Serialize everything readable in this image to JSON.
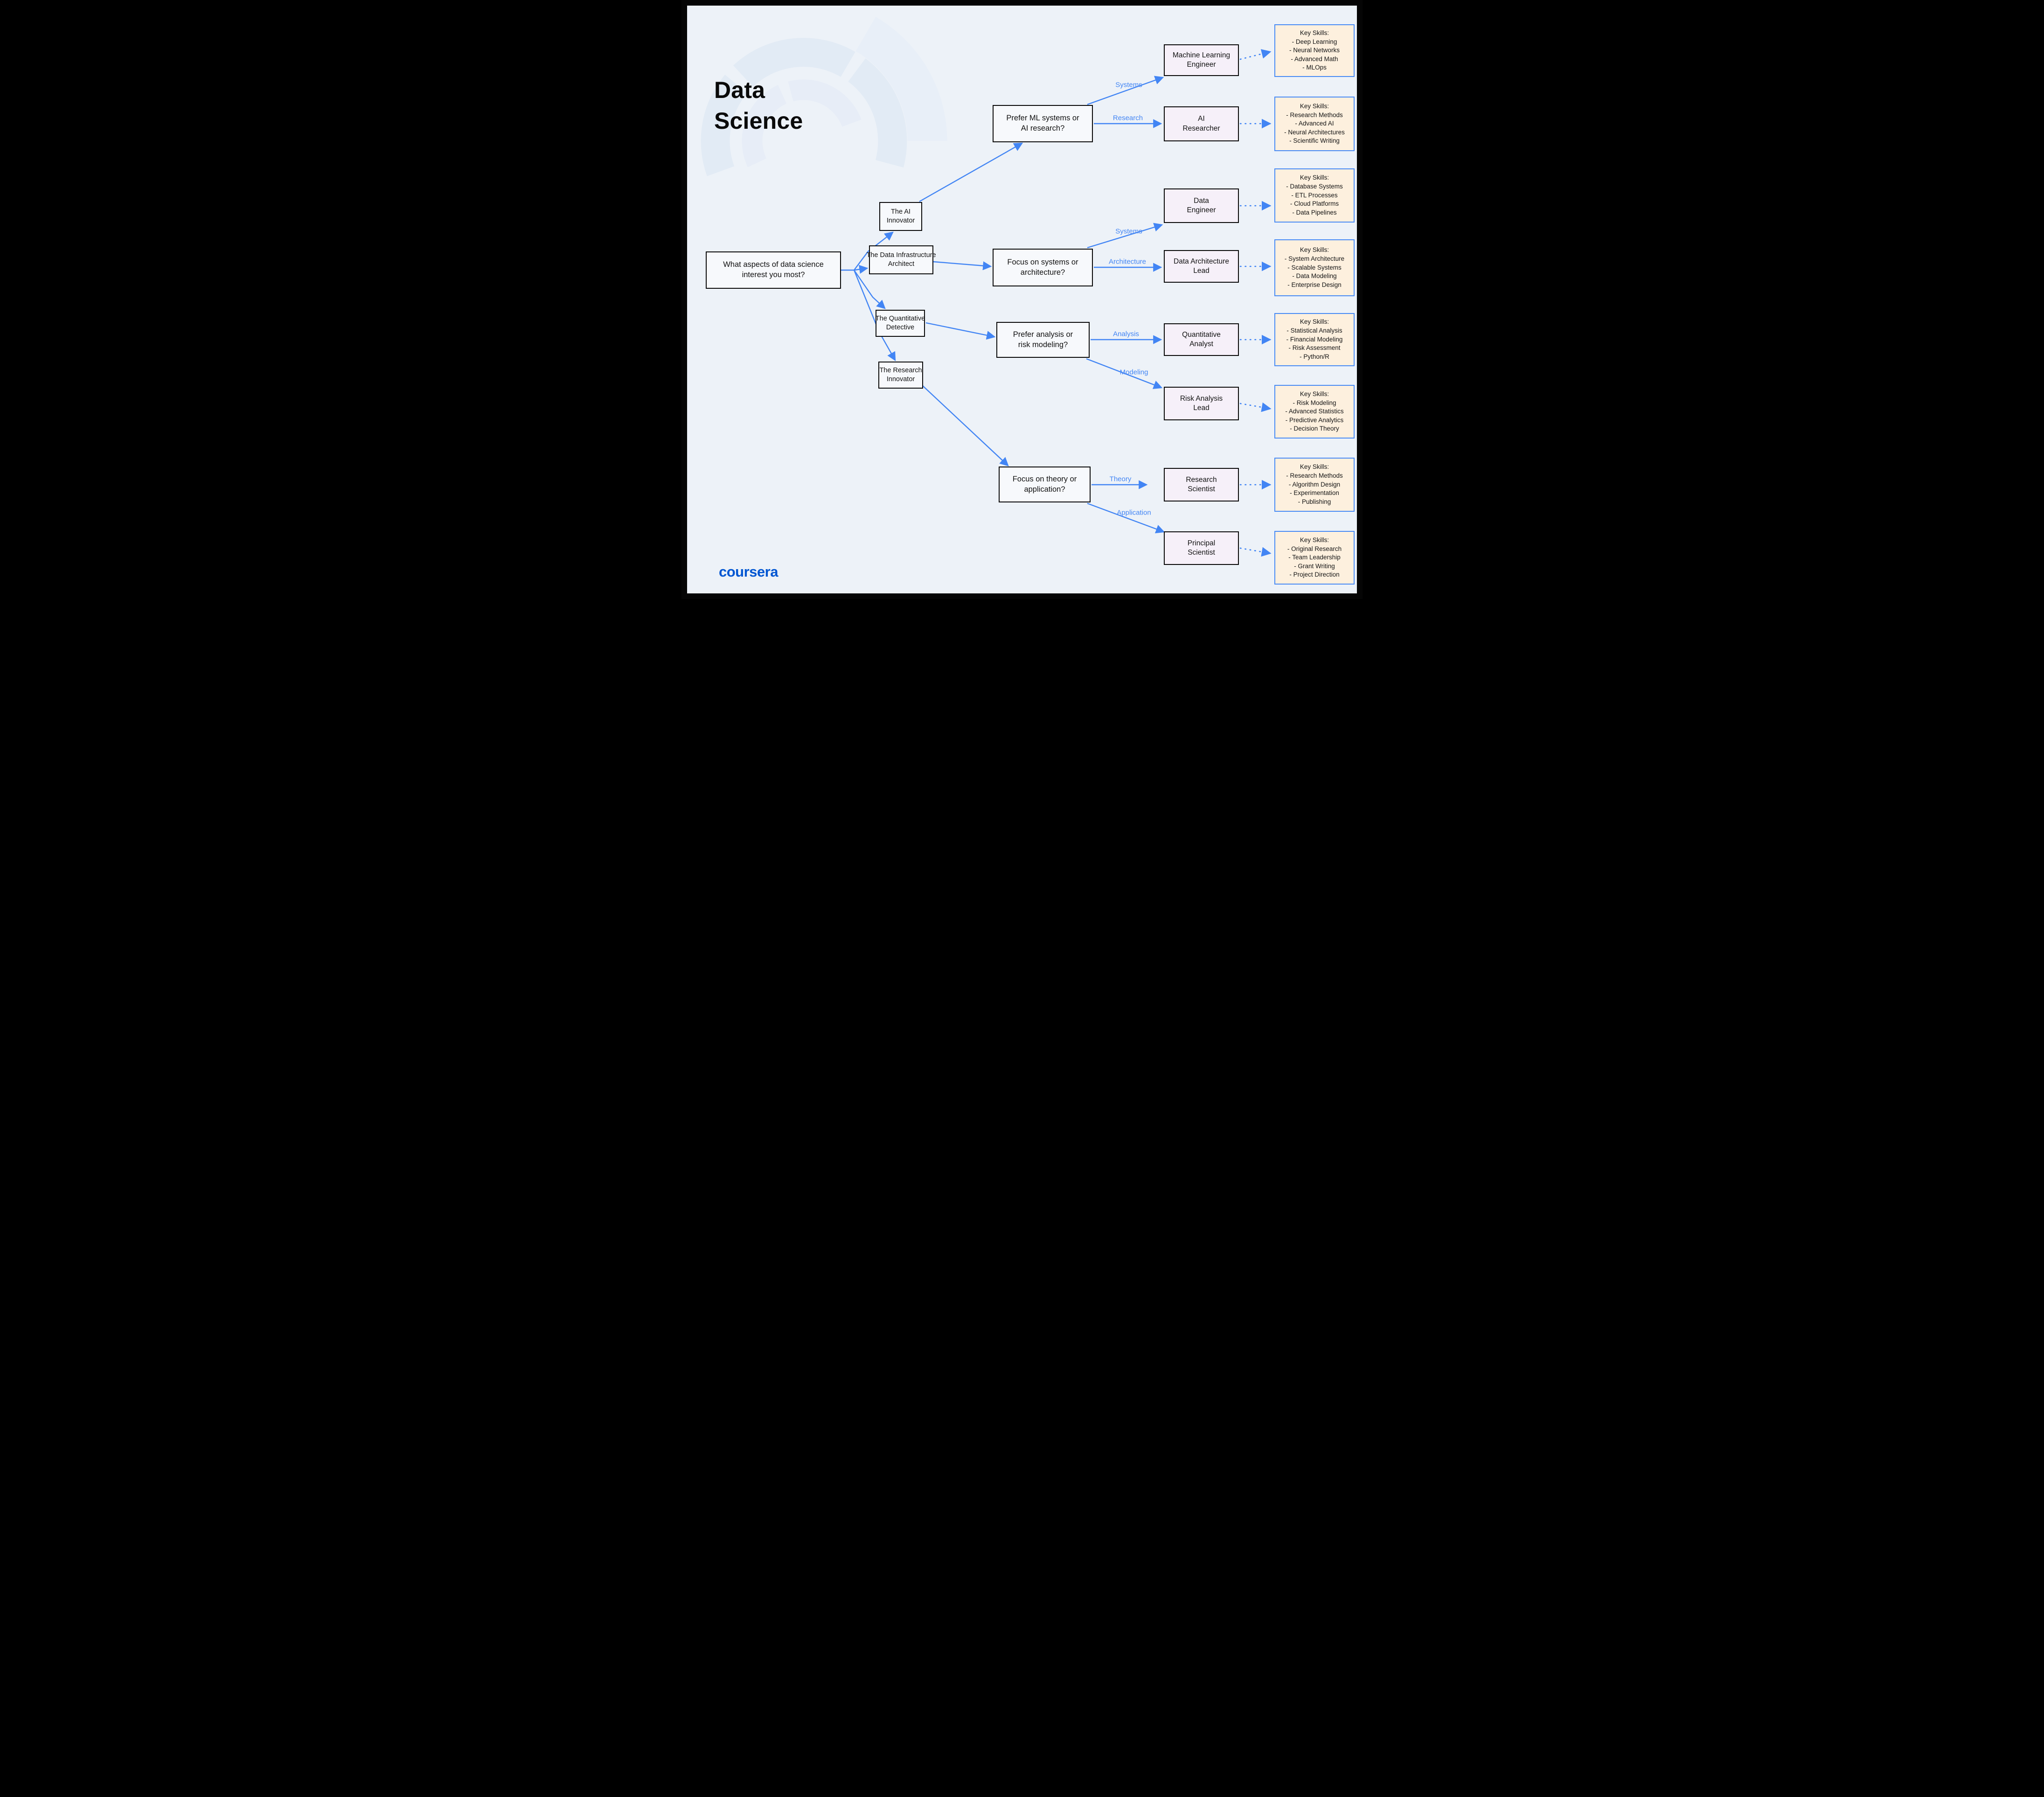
{
  "header": {
    "title_line1": "Data",
    "title_line2": "Science"
  },
  "brand": {
    "wordmark": "coursera"
  },
  "skills_heading": "Key Skills:",
  "root": {
    "line1": "What aspects of data science",
    "line2": "interest you most?"
  },
  "personas": [
    {
      "line1": "The AI",
      "line2": "Innovator"
    },
    {
      "line1": "The Data Infrastructure",
      "line2": "Architect"
    },
    {
      "line1": "The Quantitative",
      "line2": "Detective"
    },
    {
      "line1": "The Research",
      "line2": "Innovator"
    }
  ],
  "decisions": [
    {
      "line1": "Prefer ML systems or",
      "line2": "AI research?"
    },
    {
      "line1": "Focus on systems or",
      "line2": "architecture?"
    },
    {
      "line1": "Prefer analysis or",
      "line2": "risk modeling?"
    },
    {
      "line1": "Focus on theory or",
      "line2": "application?"
    }
  ],
  "edge_labels": {
    "systems_ml": "Systems",
    "research": "Research",
    "systems_data": "Systems",
    "architecture": "Architecture",
    "analysis": "Analysis",
    "modeling": "Modeling",
    "theory": "Theory",
    "application": "Application"
  },
  "roles": [
    {
      "line1": "Machine Learning",
      "line2": "Engineer",
      "skills": [
        "- Deep Learning",
        "- Neural Networks",
        "- Advanced Math",
        "- MLOps"
      ]
    },
    {
      "line1": "AI",
      "line2": "Researcher",
      "skills": [
        "- Research Methods",
        "- Advanced AI",
        "- Neural Architectures",
        "- Scientific Writing"
      ]
    },
    {
      "line1": "Data",
      "line2": "Engineer",
      "skills": [
        "- Database Systems",
        "- ETL Processes",
        "- Cloud Platforms",
        "- Data Pipelines"
      ]
    },
    {
      "line1": "Data Architecture",
      "line2": "Lead",
      "skills": [
        "- System Architecture",
        "- Scalable Systems",
        "- Data Modeling",
        "- Enterprise Design"
      ]
    },
    {
      "line1": "Quantitative",
      "line2": "Analyst",
      "skills": [
        "- Statistical Analysis",
        "- Financial Modeling",
        "- Risk Assessment",
        "- Python/R"
      ]
    },
    {
      "line1": "Risk Analysis",
      "line2": "Lead",
      "skills": [
        "- Risk Modeling",
        "- Advanced Statistics",
        "- Predictive Analytics",
        "- Decision Theory"
      ]
    },
    {
      "line1": "Research",
      "line2": "Scientist",
      "skills": [
        "- Research Methods",
        "- Algorithm Design",
        "- Experimentation",
        "- Publishing"
      ]
    },
    {
      "line1": "Principal",
      "line2": "Scientist",
      "skills": [
        "- Original Research",
        "- Team Leadership",
        "- Grant Writing",
        "- Project Direction"
      ]
    }
  ],
  "colors": {
    "edge_blue": "#4285f4",
    "skills_border_blue": "#4a8cf5",
    "skills_fill": "#fdf0de",
    "role_fill": "#f6f0f9",
    "node_fill": "#f7f9fc",
    "background": "#edf2f8",
    "frame": "#000000",
    "brand_blue": "#0056d2"
  }
}
